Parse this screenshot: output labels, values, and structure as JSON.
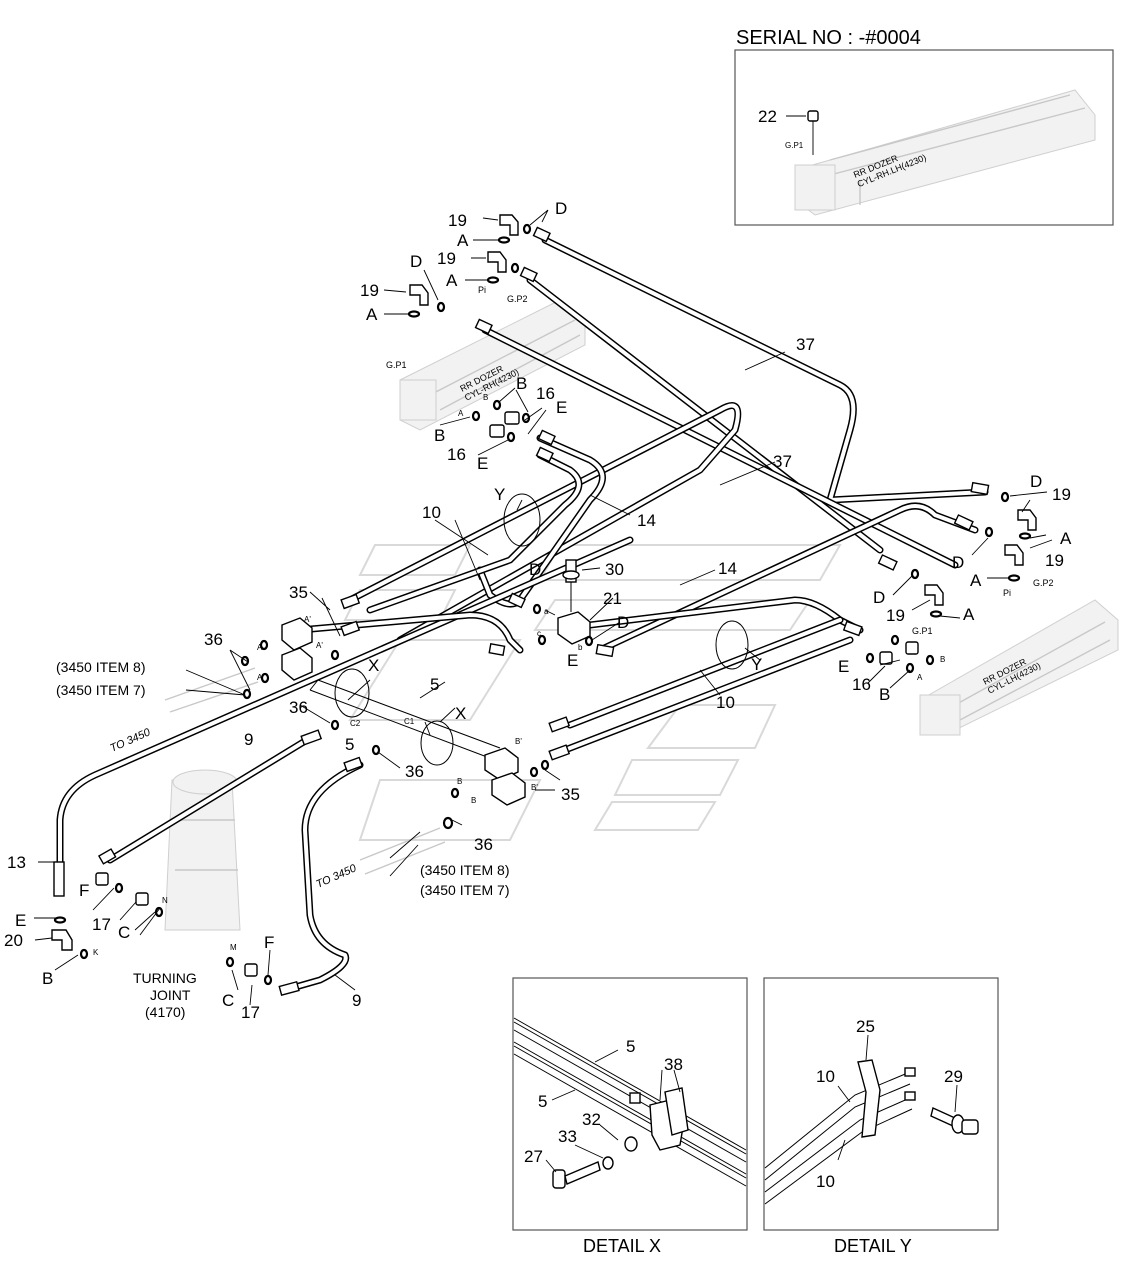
{
  "header": {
    "serial_no": "SERIAL NO : -#0004"
  },
  "inset_serial": {
    "part": "22",
    "port": "G.P1",
    "cylinder_line1": "RR DOZER",
    "cylinder_line2": "CYL-RH.LH(4230)"
  },
  "cylinder_rh": {
    "line1": "RR DOZER",
    "line2": "CYL-RH(4230)"
  },
  "cylinder_lh": {
    "line1": "RR DOZER",
    "line2": "CYL-LH(4230)"
  },
  "turning_joint": {
    "line1": "TURNING",
    "line2": "JOINT",
    "line3": "(4170)"
  },
  "references": {
    "item8_upper": "(3450 ITEM 8)",
    "item7_upper": "(3450 ITEM 7)",
    "to3450_upper": "TO 3450",
    "item8_lower": "(3450 ITEM 8)",
    "item7_lower": "(3450 ITEM 7)",
    "to3450_lower": "TO 3450"
  },
  "ports": {
    "gp1": "G.P1",
    "gp2": "G.P2",
    "pi": "Pi",
    "A": "A",
    "B": "B",
    "Aprime": "A'",
    "Bprime": "B'",
    "a": "a",
    "b": "b",
    "c": "c",
    "c1": "C1",
    "c2": "C2",
    "K": "K",
    "M": "M",
    "N": "N"
  },
  "parts": {
    "p5": "5",
    "p9": "9",
    "p10": "10",
    "p13": "13",
    "p14": "14",
    "p16": "16",
    "p17": "17",
    "p19": "19",
    "p20": "20",
    "p21": "21",
    "p22": "22",
    "p25": "25",
    "p27": "27",
    "p29": "29",
    "p30": "30",
    "p32": "32",
    "p33": "33",
    "p35": "35",
    "p36": "36",
    "p37": "37",
    "p38": "38"
  },
  "callouts": {
    "A": "A",
    "B": "B",
    "C": "C",
    "D": "D",
    "E": "E",
    "F": "F",
    "X": "X",
    "Y": "Y"
  },
  "details": {
    "x_title": "DETAIL  X",
    "y_title": "DETAIL  Y"
  }
}
